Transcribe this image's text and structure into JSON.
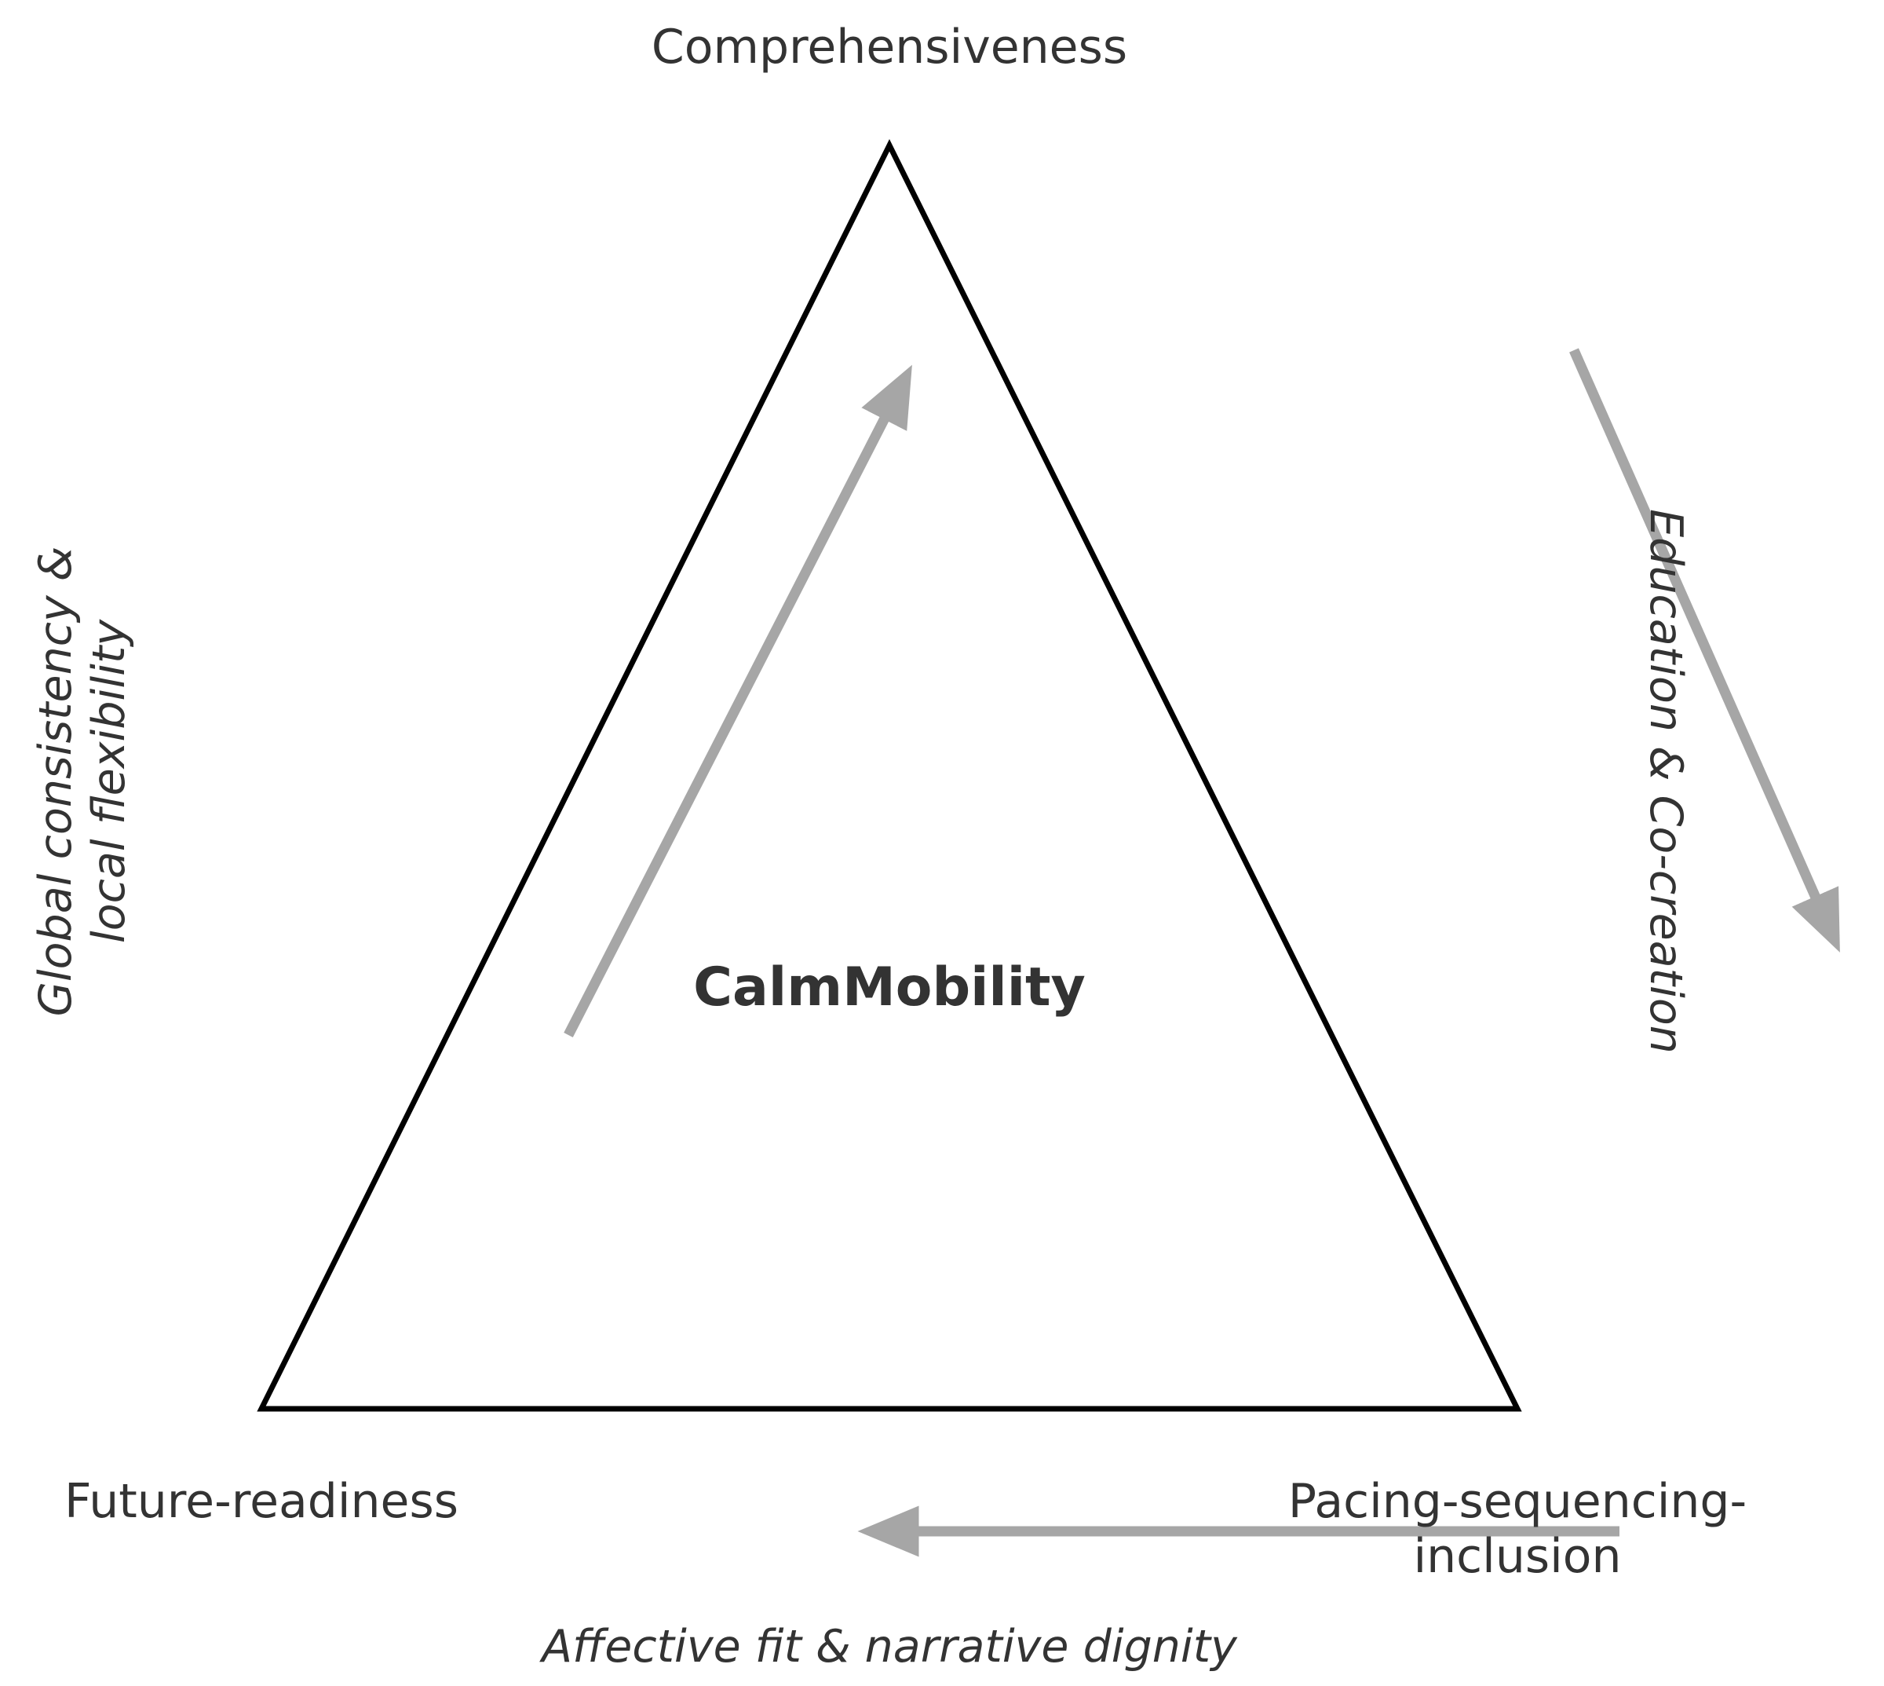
{
  "diagram": {
    "center_label": "CalmMobility",
    "vertices": {
      "top": "Comprehensiveness",
      "bottom_left": "Future-readiness",
      "bottom_right_line1": "Pacing-sequencing-",
      "bottom_right_line2": "inclusion"
    },
    "sides": {
      "left_line1": "Global consistency &",
      "left_line2": "local flexibility",
      "right": "Education & Co-creation",
      "bottom": "Affective fit & narrative dignity"
    },
    "colors": {
      "triangle_stroke": "#000000",
      "arrow": "#a6a6a6",
      "text": "#333333"
    }
  }
}
